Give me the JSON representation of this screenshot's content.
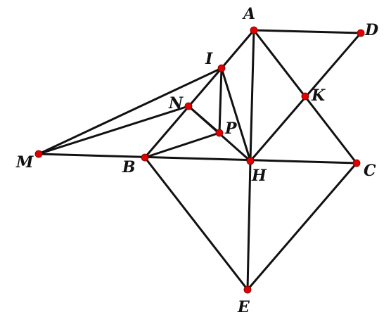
{
  "figure": {
    "points": [
      {
        "id": "A",
        "label": "A"
      },
      {
        "id": "D",
        "label": "D"
      },
      {
        "id": "I",
        "label": "I"
      },
      {
        "id": "K",
        "label": "K"
      },
      {
        "id": "N",
        "label": "N"
      },
      {
        "id": "P",
        "label": "P"
      },
      {
        "id": "M",
        "label": "M"
      },
      {
        "id": "B",
        "label": "B"
      },
      {
        "id": "H",
        "label": "H"
      },
      {
        "id": "C",
        "label": "C"
      },
      {
        "id": "E",
        "label": "E"
      }
    ],
    "segments": [
      [
        "A",
        "D"
      ],
      [
        "D",
        "H"
      ],
      [
        "A",
        "I"
      ],
      [
        "I",
        "B"
      ],
      [
        "A",
        "H"
      ],
      [
        "A",
        "C"
      ],
      [
        "M",
        "C"
      ],
      [
        "M",
        "I"
      ],
      [
        "M",
        "N"
      ],
      [
        "N",
        "H"
      ],
      [
        "N",
        "P"
      ],
      [
        "I",
        "P"
      ],
      [
        "I",
        "H"
      ],
      [
        "B",
        "P"
      ],
      [
        "B",
        "E"
      ],
      [
        "H",
        "E"
      ],
      [
        "C",
        "E"
      ]
    ],
    "colors": {
      "line": "#111111",
      "point": "#e00000",
      "label": "#111111"
    }
  }
}
